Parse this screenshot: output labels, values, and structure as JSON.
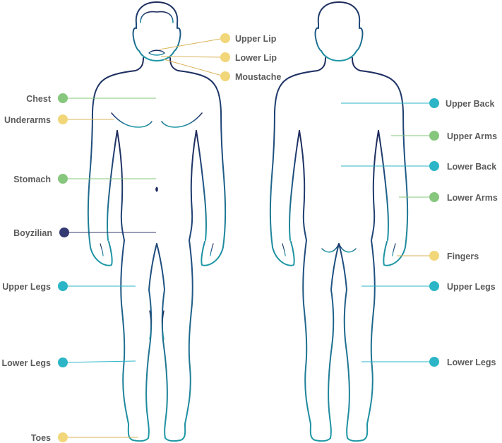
{
  "colors": {
    "yellow": "#f1d67a",
    "green": "#86c77d",
    "teal": "#2bb5c6",
    "navy": "#363a72",
    "outline_dark": "#1f2a5c",
    "outline_teal": "#1e8f9c"
  },
  "front": {
    "labels": [
      {
        "text": "Upper Lip",
        "marker": "yellow"
      },
      {
        "text": "Lower Lip",
        "marker": "yellow"
      },
      {
        "text": "Moustache",
        "marker": "yellow"
      },
      {
        "text": "Chest",
        "marker": "green"
      },
      {
        "text": "Underarms",
        "marker": "yellow"
      },
      {
        "text": "Stomach",
        "marker": "green"
      },
      {
        "text": "Boyzilian",
        "marker": "navy"
      },
      {
        "text": "Upper Legs",
        "marker": "teal"
      },
      {
        "text": "Lower Legs",
        "marker": "teal"
      },
      {
        "text": "Toes",
        "marker": "yellow"
      }
    ]
  },
  "back": {
    "labels": [
      {
        "text": "Upper Back",
        "marker": "teal"
      },
      {
        "text": "Upper Arms",
        "marker": "green"
      },
      {
        "text": "Lower Back",
        "marker": "teal"
      },
      {
        "text": "Lower Arms",
        "marker": "green"
      },
      {
        "text": "Fingers",
        "marker": "yellow"
      },
      {
        "text": "Upper Legs",
        "marker": "teal"
      },
      {
        "text": "Lower Legs",
        "marker": "teal"
      }
    ]
  }
}
